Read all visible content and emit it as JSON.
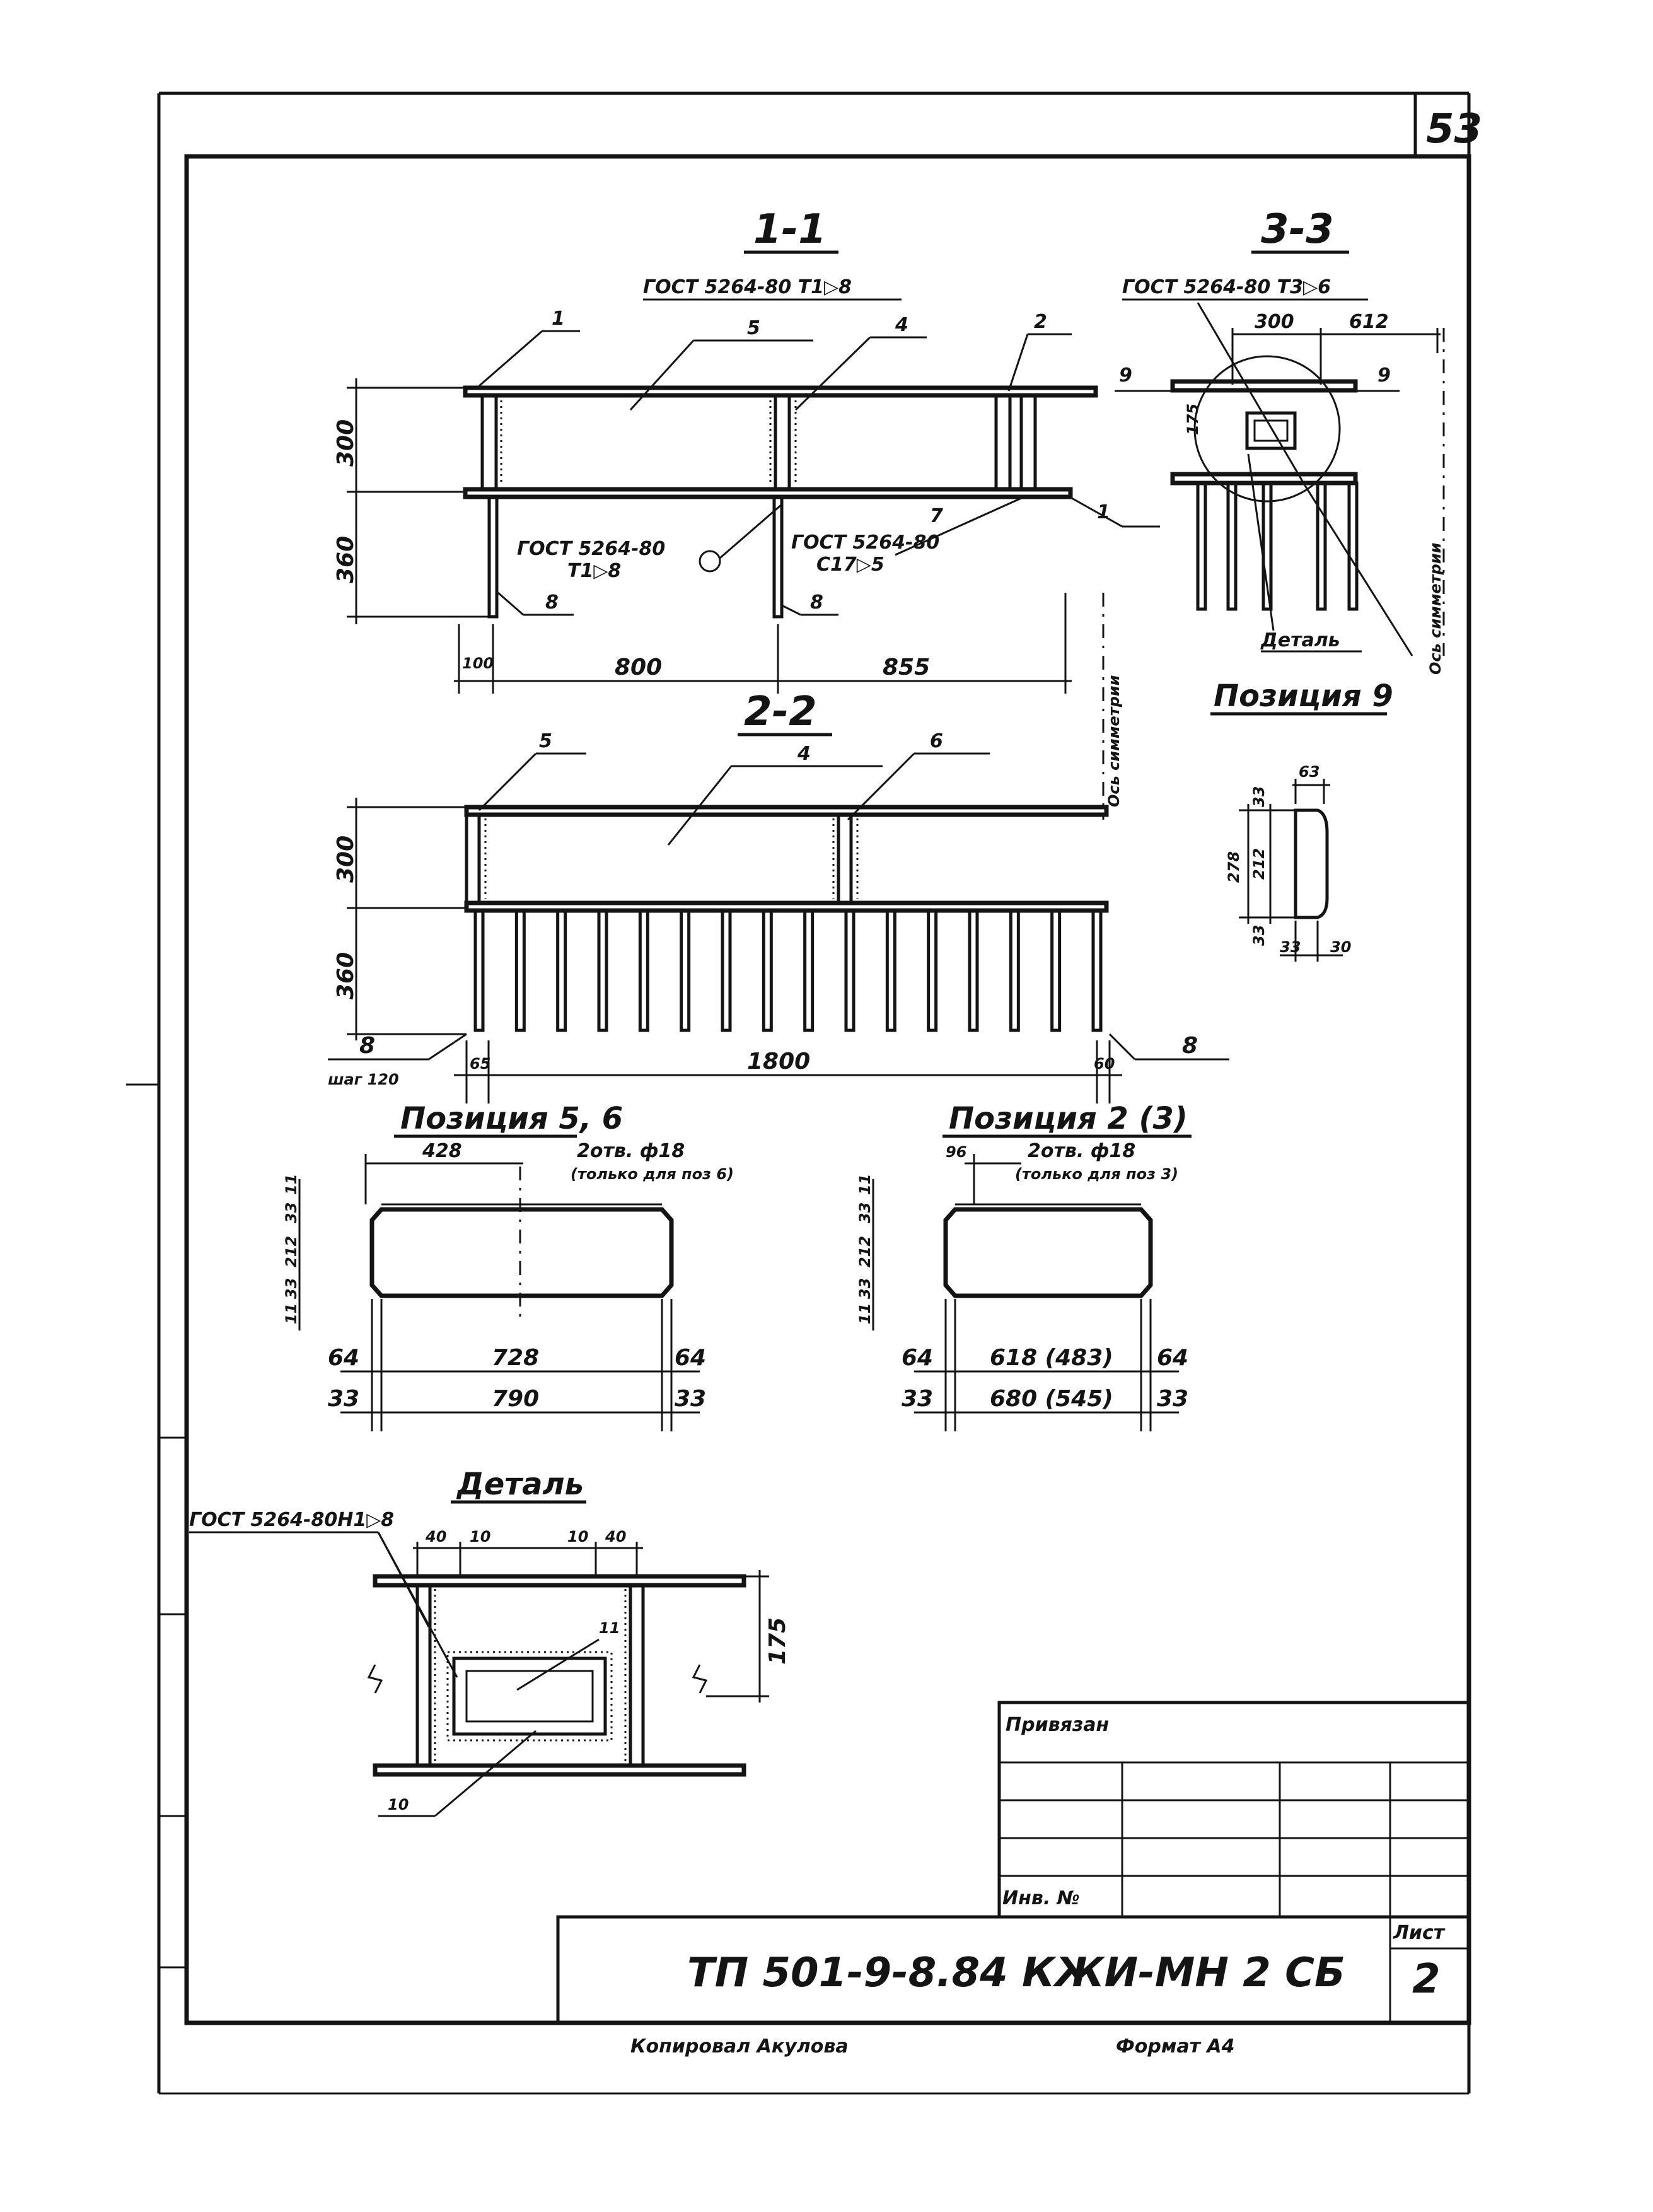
{
  "sheet": {
    "page_number": "53",
    "copied_by": "Копировал Акулова",
    "format": "Формат А4"
  },
  "section_1_1": {
    "title": "1-1",
    "weld_note_top": "ГОСТ 5264-80 Т1▷8",
    "weld_note_mid_a": "ГОСТ 5264-80",
    "weld_note_mid_b": "Т1▷8",
    "weld_note_right_a": "ГОСТ 5264-80",
    "weld_note_right_b": "С17▷5",
    "callouts": [
      "1",
      "5",
      "4",
      "2",
      "7",
      "1",
      "8",
      "8"
    ],
    "dims": {
      "h_top": "300",
      "h_bottom": "360",
      "off_left": "100",
      "span_a": "800",
      "span_b": "855"
    },
    "axis_label": "Ось симметрии"
  },
  "section_3_3": {
    "title": "3-3",
    "weld_note": "ГОСТ 5264-80 Т3▷6",
    "dims": {
      "w1": "300",
      "w2": "612",
      "h": "175"
    },
    "callouts": [
      "9",
      "9"
    ],
    "detail_label": "Деталь",
    "axis_label": "Ось симметрии"
  },
  "position_9": {
    "title": "Позиция 9",
    "dims": {
      "top": "63",
      "h_total": "278",
      "h_mid": "212",
      "h_top": "33",
      "h_bot": "33",
      "b1": "33",
      "b2": "30"
    }
  },
  "section_2_2": {
    "title": "2-2",
    "callouts": [
      "5",
      "4",
      "6",
      "8",
      "8"
    ],
    "dims": {
      "h_top": "300",
      "h_bottom": "360",
      "left_off": "65",
      "right_off": "60",
      "span": "1800"
    },
    "pitch_label_a": "8",
    "pitch_label_b": "шаг 120"
  },
  "position_5_6": {
    "title": "Позиция 5, 6",
    "hole_note_a": "2отв. ф18",
    "hole_note_b": "(только для поз 6)",
    "dims": {
      "hole": "428",
      "v1": "11",
      "v2": "33",
      "v3": "212",
      "v4": "33",
      "v5": "11",
      "b_left": "64",
      "b_mid": "728",
      "b_right": "64",
      "c_left": "33",
      "c_mid": "790",
      "c_right": "33"
    }
  },
  "position_2_3": {
    "title": "Позиция 2 (3)",
    "hole_note_a": "2отв. ф18",
    "hole_note_b": "(только для поз 3)",
    "dims": {
      "hole": "96",
      "v1": "11",
      "v2": "33",
      "v3": "212",
      "v4": "33",
      "v5": "11",
      "b_left": "64",
      "b_mid": "618 (483)",
      "b_right": "64",
      "c_left": "33",
      "c_mid": "680 (545)",
      "c_right": "33"
    }
  },
  "detail": {
    "title": "Деталь",
    "weld_note": "ГОСТ 5264-80Н1▷8",
    "dims": {
      "d1": "40",
      "d2": "10",
      "d3": "10",
      "d4": "40",
      "h": "175"
    },
    "callouts": [
      "11",
      "10"
    ]
  },
  "title_block": {
    "attached_label": "Привязан",
    "inv_label": "Инв. №",
    "sheet_label": "Лист",
    "sheet_number": "2",
    "designation": "ТП 501-9-8.84    КЖИ-МН 2 СБ"
  }
}
